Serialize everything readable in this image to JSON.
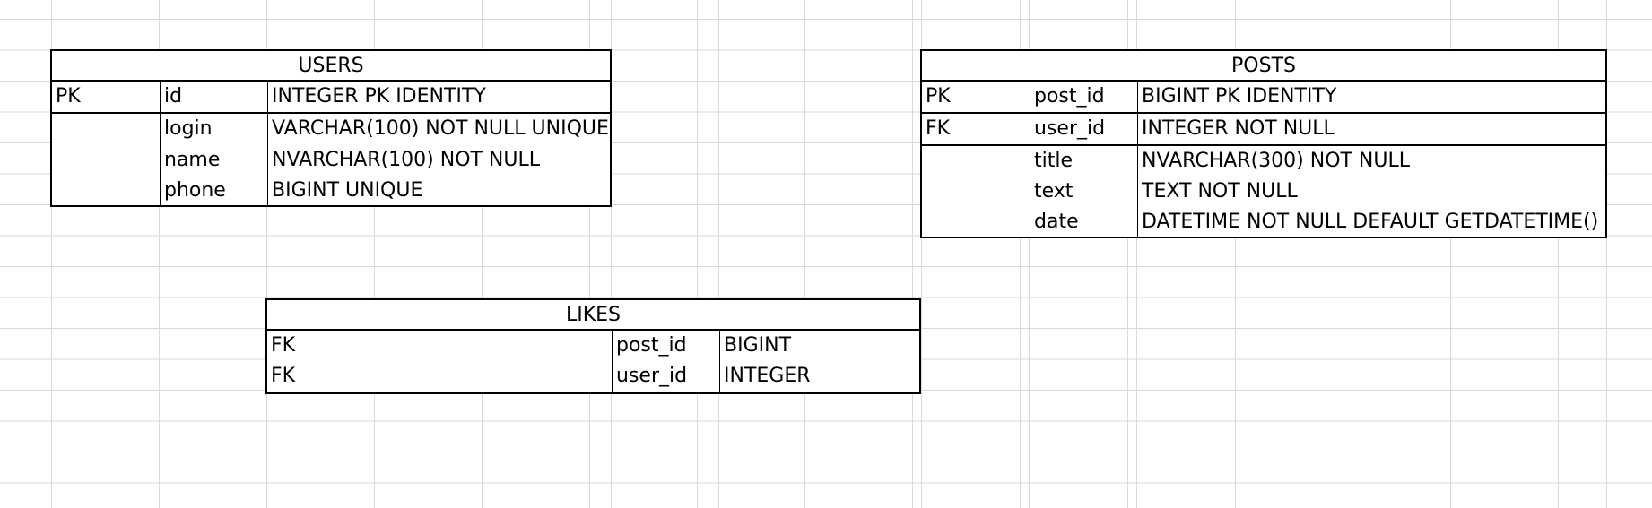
{
  "tables": {
    "users": {
      "title": "USERS",
      "rows": [
        {
          "key": "PK",
          "name": "id",
          "type": "INTEGER PK IDENTITY"
        },
        {
          "key": "",
          "name": "login",
          "type": "VARCHAR(100) NOT NULL UNIQUE"
        },
        {
          "key": "",
          "name": "name",
          "type": "NVARCHAR(100) NOT NULL"
        },
        {
          "key": "",
          "name": "phone",
          "type": "BIGINT UNIQUE"
        }
      ]
    },
    "posts": {
      "title": "POSTS",
      "rows": [
        {
          "key": "PK",
          "name": "post_id",
          "type": "BIGINT PK IDENTITY"
        },
        {
          "key": "FK",
          "name": "user_id",
          "type": "INTEGER NOT NULL"
        },
        {
          "key": "",
          "name": "title",
          "type": "NVARCHAR(300) NOT NULL"
        },
        {
          "key": "",
          "name": "text",
          "type": "TEXT NOT NULL"
        },
        {
          "key": "",
          "name": "date",
          "type": "DATETIME NOT NULL DEFAULT GETDATETIME()"
        }
      ]
    },
    "likes": {
      "title": "LIKES",
      "rows": [
        {
          "key": "FK",
          "name": "post_id",
          "type": "BIGINT"
        },
        {
          "key": "FK",
          "name": "user_id",
          "type": "INTEGER"
        }
      ]
    }
  }
}
